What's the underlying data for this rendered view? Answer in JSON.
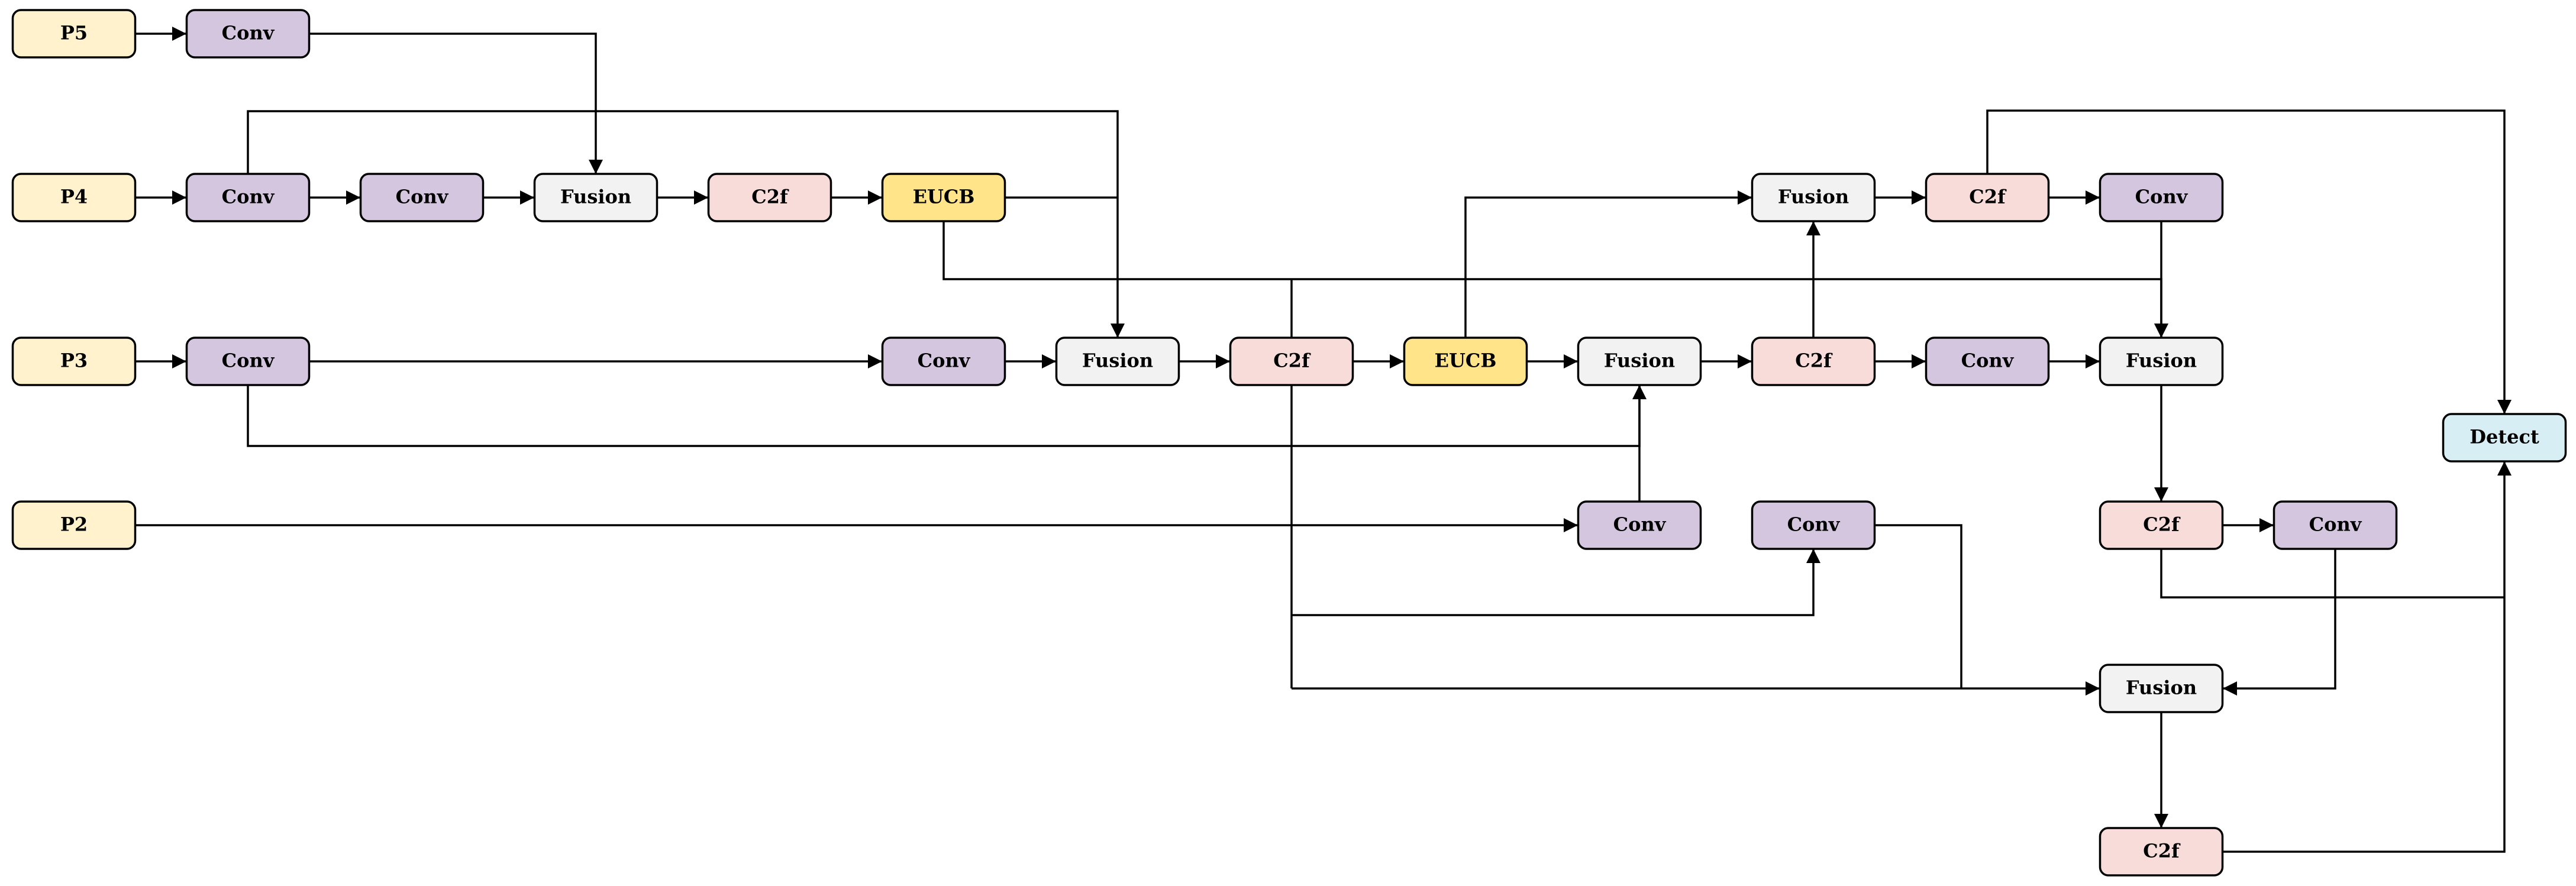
{
  "colors": {
    "input": "#FFF2CC",
    "conv": "#D5C6E0",
    "fusion": "#F2F2F2",
    "c2f": "#F8DCDA",
    "eucb": "#FFE48A",
    "detect": "#D7EEF4",
    "line": "#000000"
  },
  "nodes": [
    {
      "id": "p5",
      "label": "P5",
      "kind": "input"
    },
    {
      "id": "conv_p5",
      "label": "Conv",
      "kind": "conv"
    },
    {
      "id": "p4",
      "label": "P4",
      "kind": "input"
    },
    {
      "id": "conv_p4a",
      "label": "Conv",
      "kind": "conv"
    },
    {
      "id": "conv_p4b",
      "label": "Conv",
      "kind": "conv"
    },
    {
      "id": "fusion_p4",
      "label": "Fusion",
      "kind": "fusion"
    },
    {
      "id": "c2f_p4",
      "label": "C2f",
      "kind": "c2f"
    },
    {
      "id": "eucb_p4",
      "label": "EUCB",
      "kind": "eucb"
    },
    {
      "id": "p3",
      "label": "P3",
      "kind": "input"
    },
    {
      "id": "conv_p3a",
      "label": "Conv",
      "kind": "conv"
    },
    {
      "id": "conv_p3b",
      "label": "Conv",
      "kind": "conv"
    },
    {
      "id": "fusion_p3a",
      "label": "Fusion",
      "kind": "fusion"
    },
    {
      "id": "c2f_p3a",
      "label": "C2f",
      "kind": "c2f"
    },
    {
      "id": "eucb_p3",
      "label": "EUCB",
      "kind": "eucb"
    },
    {
      "id": "fusion_p3b",
      "label": "Fusion",
      "kind": "fusion"
    },
    {
      "id": "c2f_p3b",
      "label": "C2f",
      "kind": "c2f"
    },
    {
      "id": "conv_p3c",
      "label": "Conv",
      "kind": "conv"
    },
    {
      "id": "fusion_p3c",
      "label": "Fusion",
      "kind": "fusion"
    },
    {
      "id": "fusion_top",
      "label": "Fusion",
      "kind": "fusion"
    },
    {
      "id": "c2f_top",
      "label": "C2f",
      "kind": "c2f"
    },
    {
      "id": "conv_top",
      "label": "Conv",
      "kind": "conv"
    },
    {
      "id": "p2",
      "label": "P2",
      "kind": "input"
    },
    {
      "id": "conv_p2a",
      "label": "Conv",
      "kind": "conv"
    },
    {
      "id": "conv_p2b",
      "label": "Conv",
      "kind": "conv"
    },
    {
      "id": "c2f_r4",
      "label": "C2f",
      "kind": "c2f"
    },
    {
      "id": "conv_r4",
      "label": "Conv",
      "kind": "conv"
    },
    {
      "id": "fusion_r5",
      "label": "Fusion",
      "kind": "fusion"
    },
    {
      "id": "c2f_r6",
      "label": "C2f",
      "kind": "c2f"
    },
    {
      "id": "detect",
      "label": "Detect",
      "kind": "detect"
    }
  ]
}
